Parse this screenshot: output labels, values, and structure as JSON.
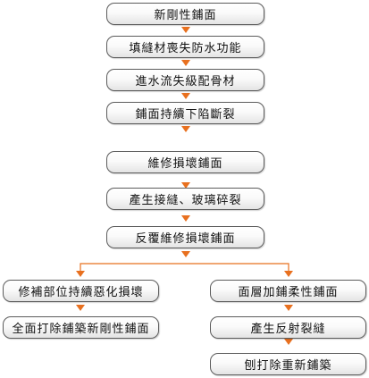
{
  "flowchart": {
    "main": [
      "新剛性鋪面",
      "填縫材喪失防水功能",
      "進水流失級配骨材",
      "鋪面持續下陷斷裂",
      "維修損壞鋪面",
      "產生接縫、玻璃碎裂",
      "反覆維修損壞鋪面"
    ],
    "left_branch": [
      "修補部位持續惡化損壞",
      "全面打除鋪築新剛性鋪面"
    ],
    "right_branch": [
      "面層加鋪柔性鋪面",
      "產生反射裂縫",
      "刨打除重新鋪築"
    ]
  },
  "colors": {
    "arrow": "#e8701f",
    "border": "#5c5c5c"
  }
}
